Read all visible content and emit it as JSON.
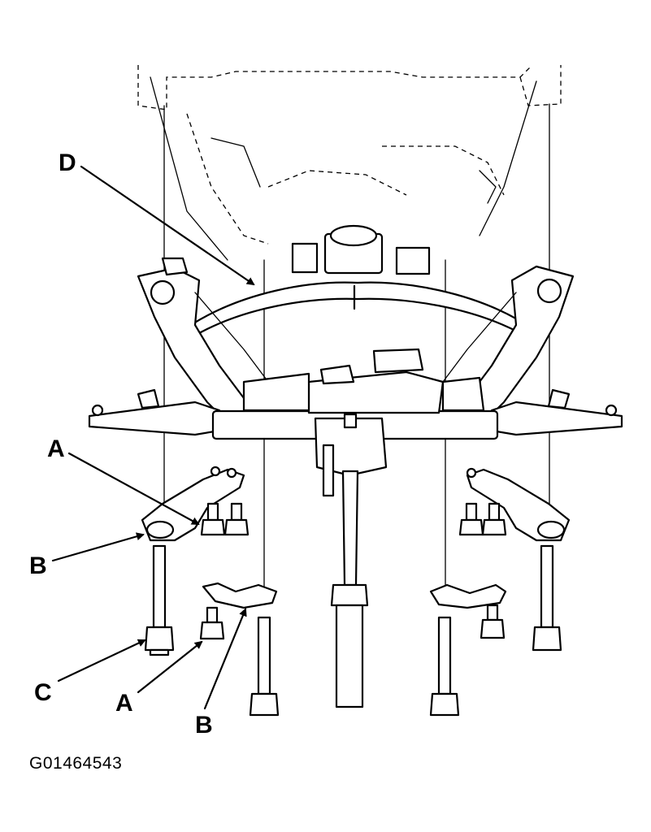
{
  "callouts": {
    "d": "D",
    "a_upper": "A",
    "b_upper": "B",
    "c": "C",
    "a_lower": "A",
    "b_lower": "B"
  },
  "figure_id": "G01464543"
}
